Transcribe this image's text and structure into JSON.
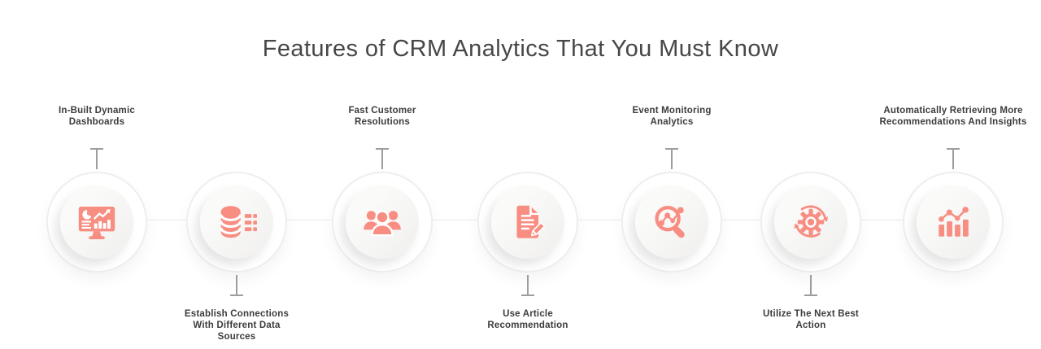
{
  "title": "Features of CRM Analytics That You Must Know",
  "colors": {
    "accent": "#F88D82",
    "title_text": "#474747",
    "label_text": "#3C3C3C",
    "connector": "#EAEAEA",
    "tick": "#9D9D9D"
  },
  "features": [
    {
      "label": "In-Built Dynamic Dashboards",
      "position": "above",
      "icon": "dashboard-monitor-icon"
    },
    {
      "label": "Establish Connections With Different Data Sources",
      "position": "below",
      "icon": "database-icon"
    },
    {
      "label": "Fast Customer Resolutions",
      "position": "above",
      "icon": "customers-group-icon"
    },
    {
      "label": "Use Article Recommendation",
      "position": "below",
      "icon": "article-edit-icon"
    },
    {
      "label": "Event Monitoring Analytics",
      "position": "above",
      "icon": "magnifier-analytics-icon"
    },
    {
      "label": "Utilize The Next Best Action",
      "position": "below",
      "icon": "gear-sync-icon"
    },
    {
      "label": "Automatically Retrieving More Recommendations And Insights",
      "position": "above",
      "icon": "bar-chart-trend-icon"
    }
  ]
}
